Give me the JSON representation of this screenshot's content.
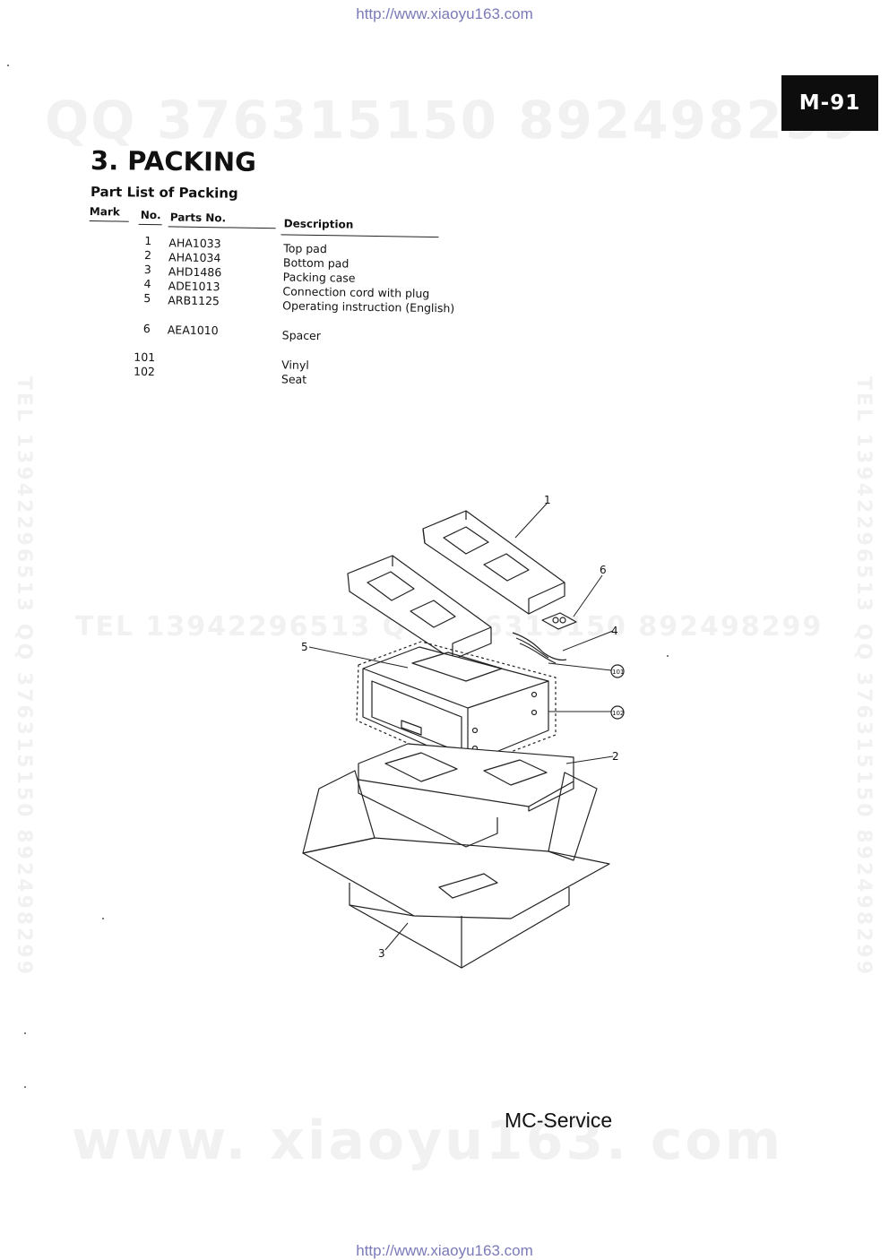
{
  "header_url": "http://www.xiaoyu163.com",
  "footer_url": "http://www.xiaoyu163.com",
  "watermarks": {
    "qq": "QQ 376315150   892498299",
    "tel": "TEL  13942296513   QQ  376315150  892498299",
    "www": "www. xiaoyu163. com",
    "side": "TEL 13942296513  QQ 376315150  892498299"
  },
  "model_badge": "M-91",
  "section_title": "3. PACKING",
  "subtitle": "Part List of Packing",
  "columns": {
    "mark": "Mark",
    "no": "No.",
    "parts": "Parts No.",
    "desc": "Description"
  },
  "parts": [
    {
      "no": "1",
      "part": "AHA1033",
      "desc": "Top pad"
    },
    {
      "no": "2",
      "part": "AHA1034",
      "desc": "Bottom pad"
    },
    {
      "no": "3",
      "part": "AHD1486",
      "desc": "Packing case"
    },
    {
      "no": "4",
      "part": "ADE1013",
      "desc": "Connection cord with plug"
    },
    {
      "no": "5",
      "part": "ARB1125",
      "desc": "Operating instruction (English)"
    },
    {
      "no": "6",
      "part": "AEA1010",
      "desc": "Spacer"
    },
    {
      "no": "101",
      "part": "",
      "desc": "Vinyl"
    },
    {
      "no": "102",
      "part": "",
      "desc": "Seat"
    }
  ],
  "callouts": {
    "c1": "1",
    "c2": "2",
    "c3": "3",
    "c4": "4",
    "c5": "5",
    "c6": "6",
    "c101": "101",
    "c102": "102"
  },
  "footer_brand": "MC-Service"
}
